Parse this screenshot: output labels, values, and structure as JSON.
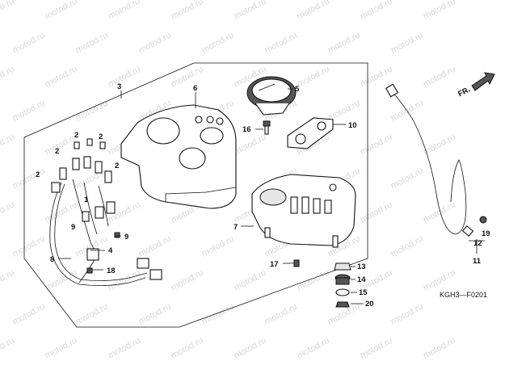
{
  "watermark": "motod.ru",
  "diagram_code": "KGH3—F0201",
  "direction_label": "FR.",
  "callouts": [
    {
      "id": "c3",
      "text": "3"
    },
    {
      "id": "c6",
      "text": "6"
    },
    {
      "id": "c5",
      "text": "5"
    },
    {
      "id": "c16",
      "text": "16"
    },
    {
      "id": "c10",
      "text": "10"
    },
    {
      "id": "c7",
      "text": "7"
    },
    {
      "id": "c2a",
      "text": "2"
    },
    {
      "id": "c2b",
      "text": "2"
    },
    {
      "id": "c2c",
      "text": "2"
    },
    {
      "id": "c2d",
      "text": "2"
    },
    {
      "id": "c2e",
      "text": "2"
    },
    {
      "id": "c9a",
      "text": "9"
    },
    {
      "id": "c9b",
      "text": "9"
    },
    {
      "id": "c1",
      "text": "1"
    },
    {
      "id": "c4",
      "text": "4"
    },
    {
      "id": "c8",
      "text": "8"
    },
    {
      "id": "c18",
      "text": "18"
    },
    {
      "id": "c17",
      "text": "17"
    },
    {
      "id": "c13",
      "text": "13"
    },
    {
      "id": "c14",
      "text": "14"
    },
    {
      "id": "c15",
      "text": "15"
    },
    {
      "id": "c20",
      "text": "20"
    },
    {
      "id": "c19",
      "text": "19"
    },
    {
      "id": "c12",
      "text": "12"
    },
    {
      "id": "c11",
      "text": "11"
    }
  ]
}
